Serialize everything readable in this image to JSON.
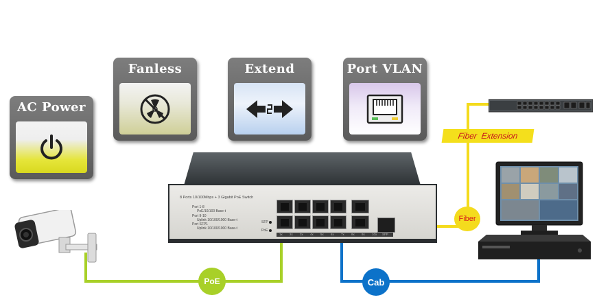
{
  "tiles": [
    {
      "title": "AC Power",
      "icon": "power-icon",
      "accent": "#e5e53a"
    },
    {
      "title": "Fanless",
      "icon": "no-fan-icon",
      "accent": "#cfcf97"
    },
    {
      "title": "Extend",
      "icon": "double-arrow-icon",
      "accent": "#b8d0ee"
    },
    {
      "title": "Port VLAN",
      "icon": "ethernet-port-icon",
      "accent": "#d8c7ea"
    }
  ],
  "switch": {
    "model_line": "8 Ports 10/100Mbps + 3 Gigabit PoE Switch",
    "port_lines": [
      "Port 1-8",
      "PoE/10/100 Base-t",
      "Port 9-10",
      "Uplink 10/100/1000 Base-t",
      "Port SFP1",
      "Uplink 10/100/1000 Base-t"
    ],
    "leds": [
      "SFP",
      "PoE"
    ],
    "port_numbers": [
      "1x",
      "2x",
      "3x",
      "4x",
      "5x",
      "6x",
      "7x",
      "8x",
      "9x",
      "10x",
      "SFP"
    ]
  },
  "labels": {
    "poe": "PoE",
    "cab": "Cab",
    "fiber": "Fiber",
    "fiber_extension": "Fiber  Extension"
  },
  "colors": {
    "poe_cable": "#a8d028",
    "cab_cable": "#0c72c9",
    "fiber_cable": "#f4db1d"
  }
}
